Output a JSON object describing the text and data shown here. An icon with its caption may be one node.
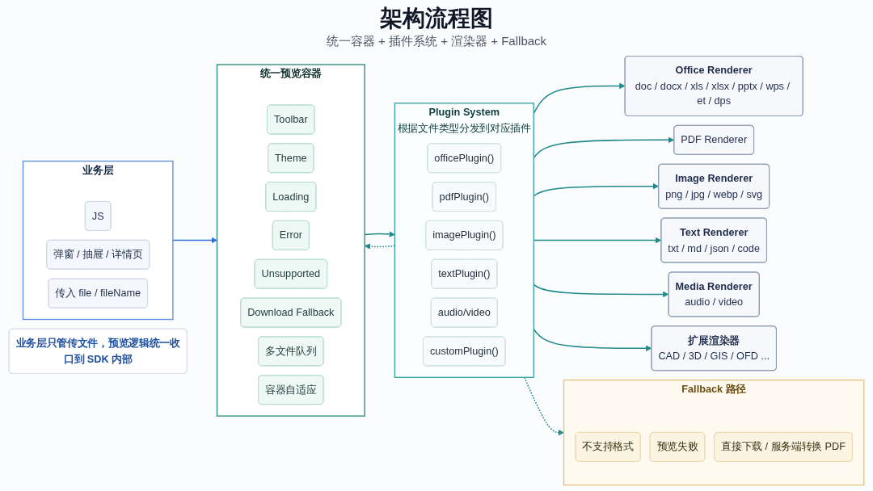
{
  "diagram": {
    "title": "架构流程图",
    "nodes": [
      {
        "text": [
          "业务层"
        ]
      },
      {
        "text": [
          "JS"
        ],
        "in": 0
      },
      {
        "text": [
          "弹窗 / 抽屉 / 详情页"
        ],
        "in": 0
      },
      {
        "text": [
          "传入 file / fileName"
        ],
        "in": 0
      },
      {
        "text": [
          "统一预览容器"
        ]
      },
      {
        "text": [
          "Toolbar"
        ],
        "in": 4
      },
      {
        "text": [
          "Theme"
        ],
        "in": 4
      },
      {
        "text": [
          "Loading"
        ],
        "in": 4
      },
      {
        "text": [
          "Error"
        ],
        "in": 4
      },
      {
        "text": [
          "Unsupported"
        ],
        "in": 4
      },
      {
        "text": [
          "Download Fallback"
        ],
        "in": 4
      },
      {
        "text": [
          "多文件队列"
        ],
        "in": 4
      },
      {
        "text": [
          "容器自适应"
        ],
        "in": 4
      },
      {
        "text": [
          "Plugin System",
          "根据文件类型分发到对应插件"
        ]
      },
      {
        "text": [
          "officePlugin()"
        ],
        "in": 13
      },
      {
        "text": [
          "pdfPlugin()"
        ],
        "in": 13
      },
      {
        "text": [
          "imagePlugin()"
        ],
        "in": 13
      },
      {
        "text": [
          "textPlugin()"
        ],
        "in": 13
      },
      {
        "text": [
          "audio/video"
        ],
        "in": 13
      },
      {
        "text": [
          "customPlugin()"
        ],
        "in": 13
      },
      {
        "text": [
          "Office Renderer",
          "doc / docx / xls / xlsx / pptx / wps / et / dps"
        ]
      },
      {
        "text": [
          "PDF Renderer"
        ]
      },
      {
        "text": [
          "Image Renderer",
          "png / jpg / webp / svg"
        ]
      },
      {
        "text": [
          "Text Renderer",
          "txt / md / json / code"
        ]
      },
      {
        "text": [
          "Media Renderer",
          "audio / video"
        ]
      },
      {
        "text": [
          "扩展渲染器",
          "CAD / 3D / GIS / OFD ..."
        ]
      },
      {
        "text": [
          "Fallback 路径"
        ]
      },
      {
        "text": [
          "不支持格式"
        ],
        "in": 26
      },
      {
        "text": [
          "预览失败"
        ],
        "in": 26
      },
      {
        "text": [
          "直接下载 / 服务端转换 PDF"
        ],
        "in": 26
      },
      {
        "text": [
          "业务层只管传文件，预览逻辑统一收口到 SDK 内部"
        ]
      }
    ],
    "edges": [
      {
        "from": 0,
        "to": 4,
        "arrow": "to",
        "color": "#2f6fd6"
      },
      {
        "from": 4,
        "to": 13,
        "arrow": "to"
      },
      {
        "from": 13,
        "to": 20,
        "arrow": "to"
      },
      {
        "from": 13,
        "to": 21,
        "arrow": "to"
      },
      {
        "from": 13,
        "to": 22,
        "arrow": "to"
      },
      {
        "from": 13,
        "to": 23,
        "arrow": "to"
      },
      {
        "from": 13,
        "to": 24,
        "arrow": "to"
      },
      {
        "from": 13,
        "to": 25,
        "arrow": "to"
      },
      {
        "from": 13,
        "to": 4,
        "arrow": "to",
        "style": "dashed"
      },
      {
        "from": 13,
        "to": 26,
        "arrow": "to",
        "style": "dashed"
      }
    ],
    "labels": [
      "统一容器 + 插件系统 + 渲染器 + Fallback"
    ]
  }
}
